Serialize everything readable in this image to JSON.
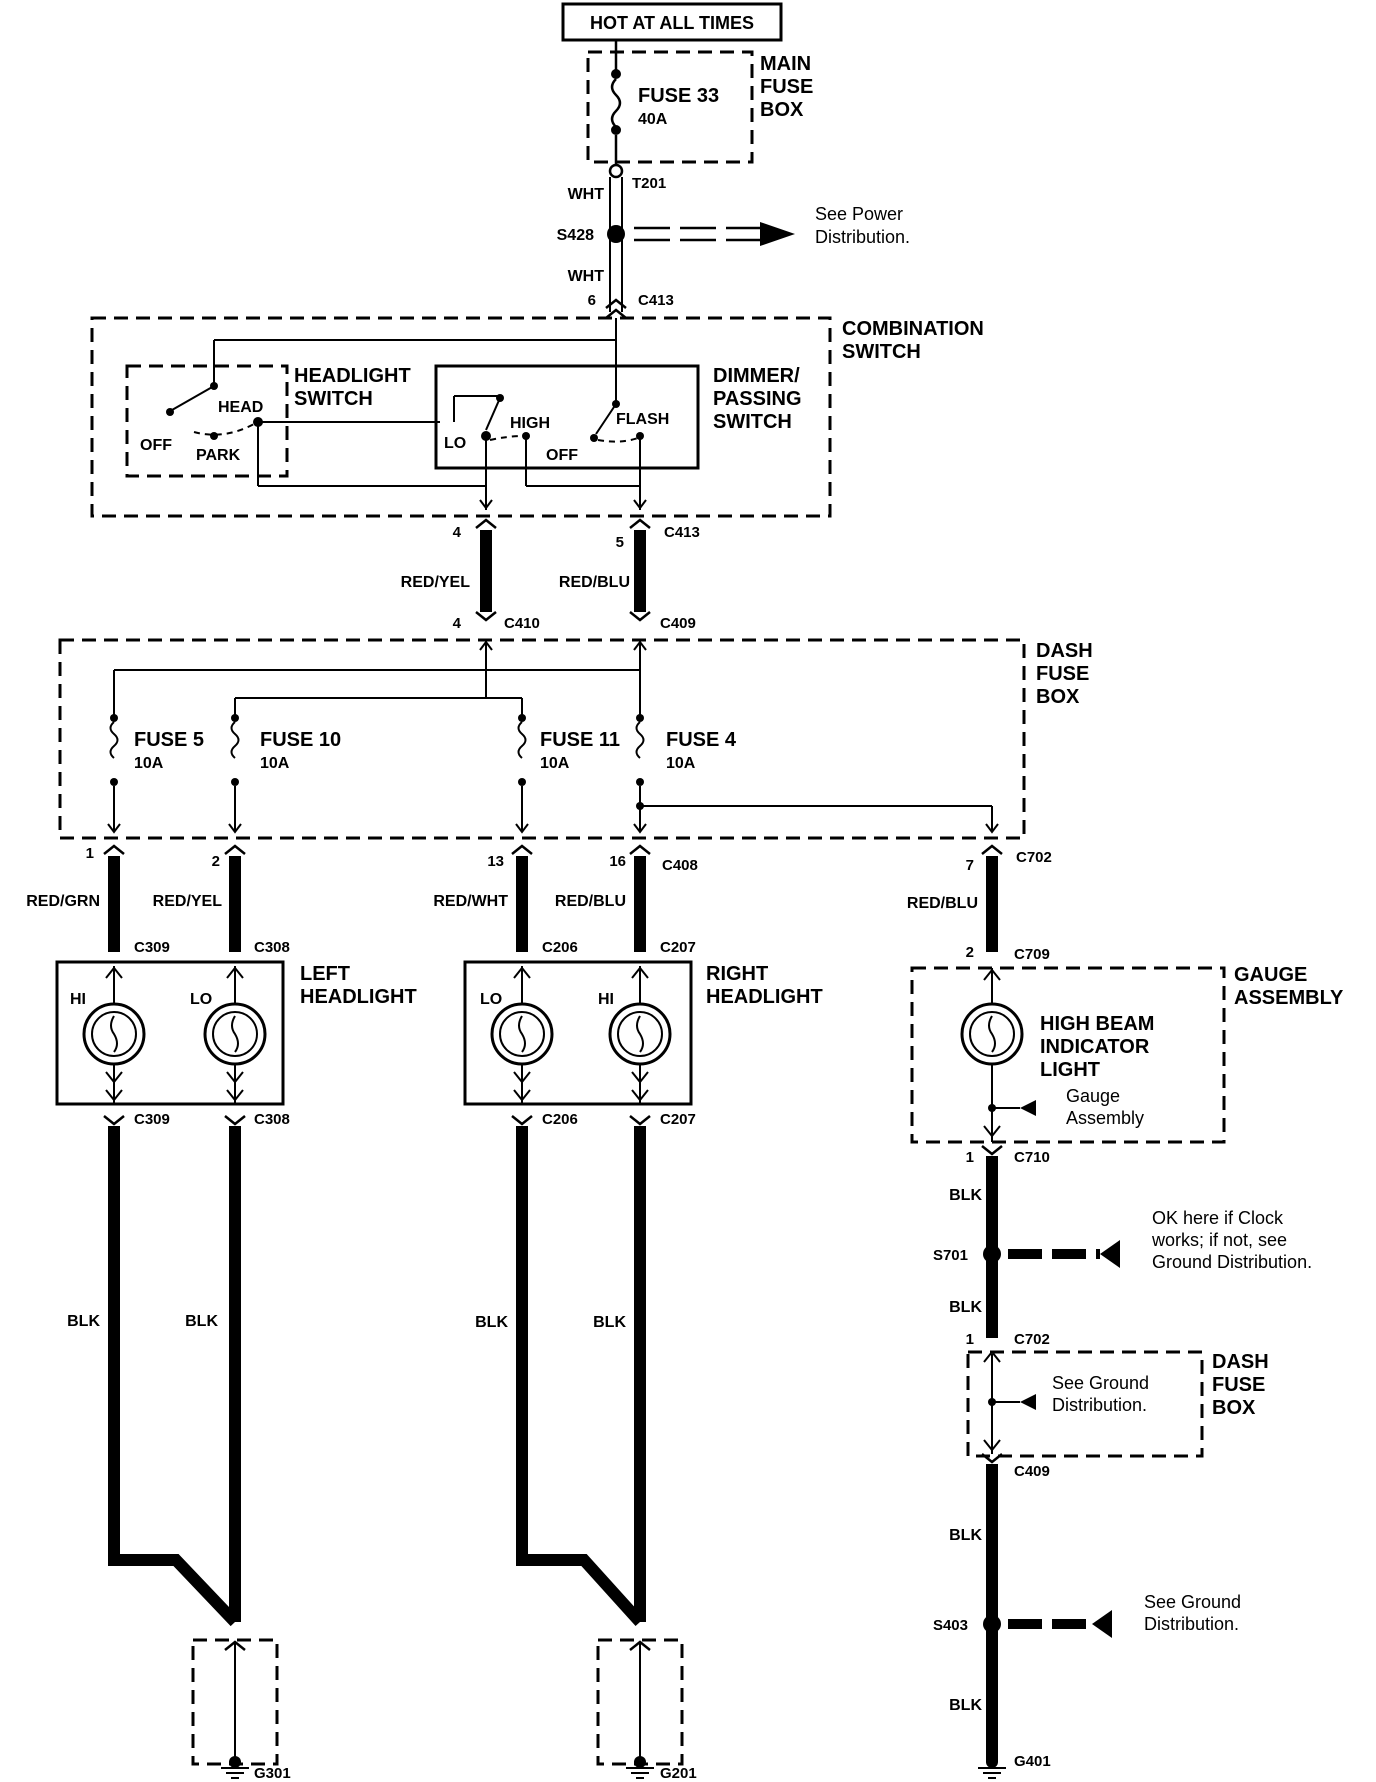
{
  "power": {
    "hot": "HOT AT ALL TIMES"
  },
  "main_fuse_box": {
    "label_1": "MAIN",
    "label_2": "FUSE",
    "label_3": "BOX",
    "fuse": "FUSE 33",
    "rating": "40A"
  },
  "top_wires": {
    "wht_1": "WHT",
    "wht_2": "WHT",
    "t201": "T201",
    "s428": "S428",
    "see_power_1": "See Power",
    "see_power_2": "Distribution.",
    "pin6": "6",
    "c413": "C413"
  },
  "combination_switch": {
    "label_1": "COMBINATION",
    "label_2": "SWITCH",
    "headlight_1": "HEADLIGHT",
    "headlight_2": "SWITCH",
    "head": "HEAD",
    "off": "OFF",
    "park": "PARK",
    "dimmer_1": "DIMMER/",
    "dimmer_2": "PASSING",
    "dimmer_3": "SWITCH",
    "lo": "LO",
    "high": "HIGH",
    "off2": "OFF",
    "flash": "FLASH"
  },
  "switch_outputs": {
    "pin4a": "4",
    "pin5": "5",
    "c413b": "C413",
    "red_yel": "RED/YEL",
    "red_blu": "RED/BLU",
    "pin4b": "4",
    "c410": "C410",
    "c409": "C409"
  },
  "dash_fuse_box": {
    "label_1": "DASH",
    "label_2": "FUSE",
    "label_3": "BOX",
    "fuses": [
      {
        "name": "FUSE 5",
        "rating": "10A"
      },
      {
        "name": "FUSE 10",
        "rating": "10A"
      },
      {
        "name": "FUSE 11",
        "rating": "10A"
      },
      {
        "name": "FUSE 4",
        "rating": "10A"
      }
    ]
  },
  "outputs": {
    "pin1": "1",
    "pin2": "2",
    "pin13": "13",
    "pin16": "16",
    "c408": "C408",
    "pin7": "7",
    "c702": "C702",
    "red_grn": "RED/GRN",
    "red_yel": "RED/YEL",
    "red_wht": "RED/WHT",
    "red_blu": "RED/BLU",
    "red_blu2": "RED/BLU"
  },
  "left_headlight": {
    "label_1": "LEFT",
    "label_2": "HEADLIGHT",
    "hi": "HI",
    "lo": "LO",
    "c309": "C309",
    "c308": "C308",
    "c309b": "C309",
    "c308b": "C308"
  },
  "right_headlight": {
    "label_1": "RIGHT",
    "label_2": "HEADLIGHT",
    "lo": "LO",
    "hi": "HI",
    "c206": "C206",
    "c207": "C207",
    "c206b": "C206",
    "c207b": "C207"
  },
  "gauge_assembly": {
    "label_1": "GAUGE",
    "label_2": "ASSEMBLY",
    "pin2": "2",
    "c709": "C709",
    "light_1": "HIGH BEAM",
    "light_2": "INDICATOR",
    "light_3": "LIGHT",
    "gnd_1": "Gauge",
    "gnd_2": "Assembly",
    "pin1": "1",
    "c710": "C710"
  },
  "grounds": {
    "blk_l1": "BLK",
    "blk_l2": "BLK",
    "blk_r1": "BLK",
    "blk_r2": "BLK",
    "g301": "G301",
    "g201": "G201",
    "blk_g1": "BLK",
    "s701": "S701",
    "ok_1": "OK here if Clock",
    "ok_2": "works; if not, see",
    "ok_3": "Ground Distribution.",
    "blk_g2": "BLK",
    "pin1b": "1",
    "c702b": "C702",
    "dash_1": "DASH",
    "dash_2": "FUSE",
    "dash_3": "BOX",
    "see_gnd_1": "See Ground",
    "see_gnd_2": "Distribution.",
    "c409b": "C409",
    "blk_g3": "BLK",
    "s403": "S403",
    "see_gnd_3": "See Ground",
    "see_gnd_4": "Distribution.",
    "blk_g4": "BLK",
    "g401": "G401"
  }
}
